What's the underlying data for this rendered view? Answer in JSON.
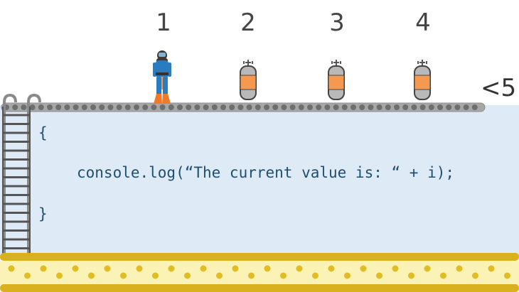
{
  "iterations": [
    {
      "label": "1",
      "state": "diver"
    },
    {
      "label": "2",
      "state": "tank"
    },
    {
      "label": "3",
      "state": "tank"
    },
    {
      "label": "4",
      "state": "tank"
    }
  ],
  "limit_label": "<5",
  "code": {
    "open_brace": "{",
    "statement": "console.log(“The current value is: “ + i);",
    "close_brace": "}"
  },
  "icons": [
    "diver-icon",
    "air-tank-icon",
    "ladder-icon",
    "walkway-rail",
    "sand-floor"
  ],
  "colors": {
    "water": "#deeaf5",
    "code_text": "#1f4f6e",
    "tank_band": "#f4994f",
    "tank_body": "#b9b9b9",
    "rail": "#9a9a9a",
    "rail_dot": "#6e6e6e",
    "sand": "#fbf2b6",
    "sand_edge": "#d9b11f"
  }
}
